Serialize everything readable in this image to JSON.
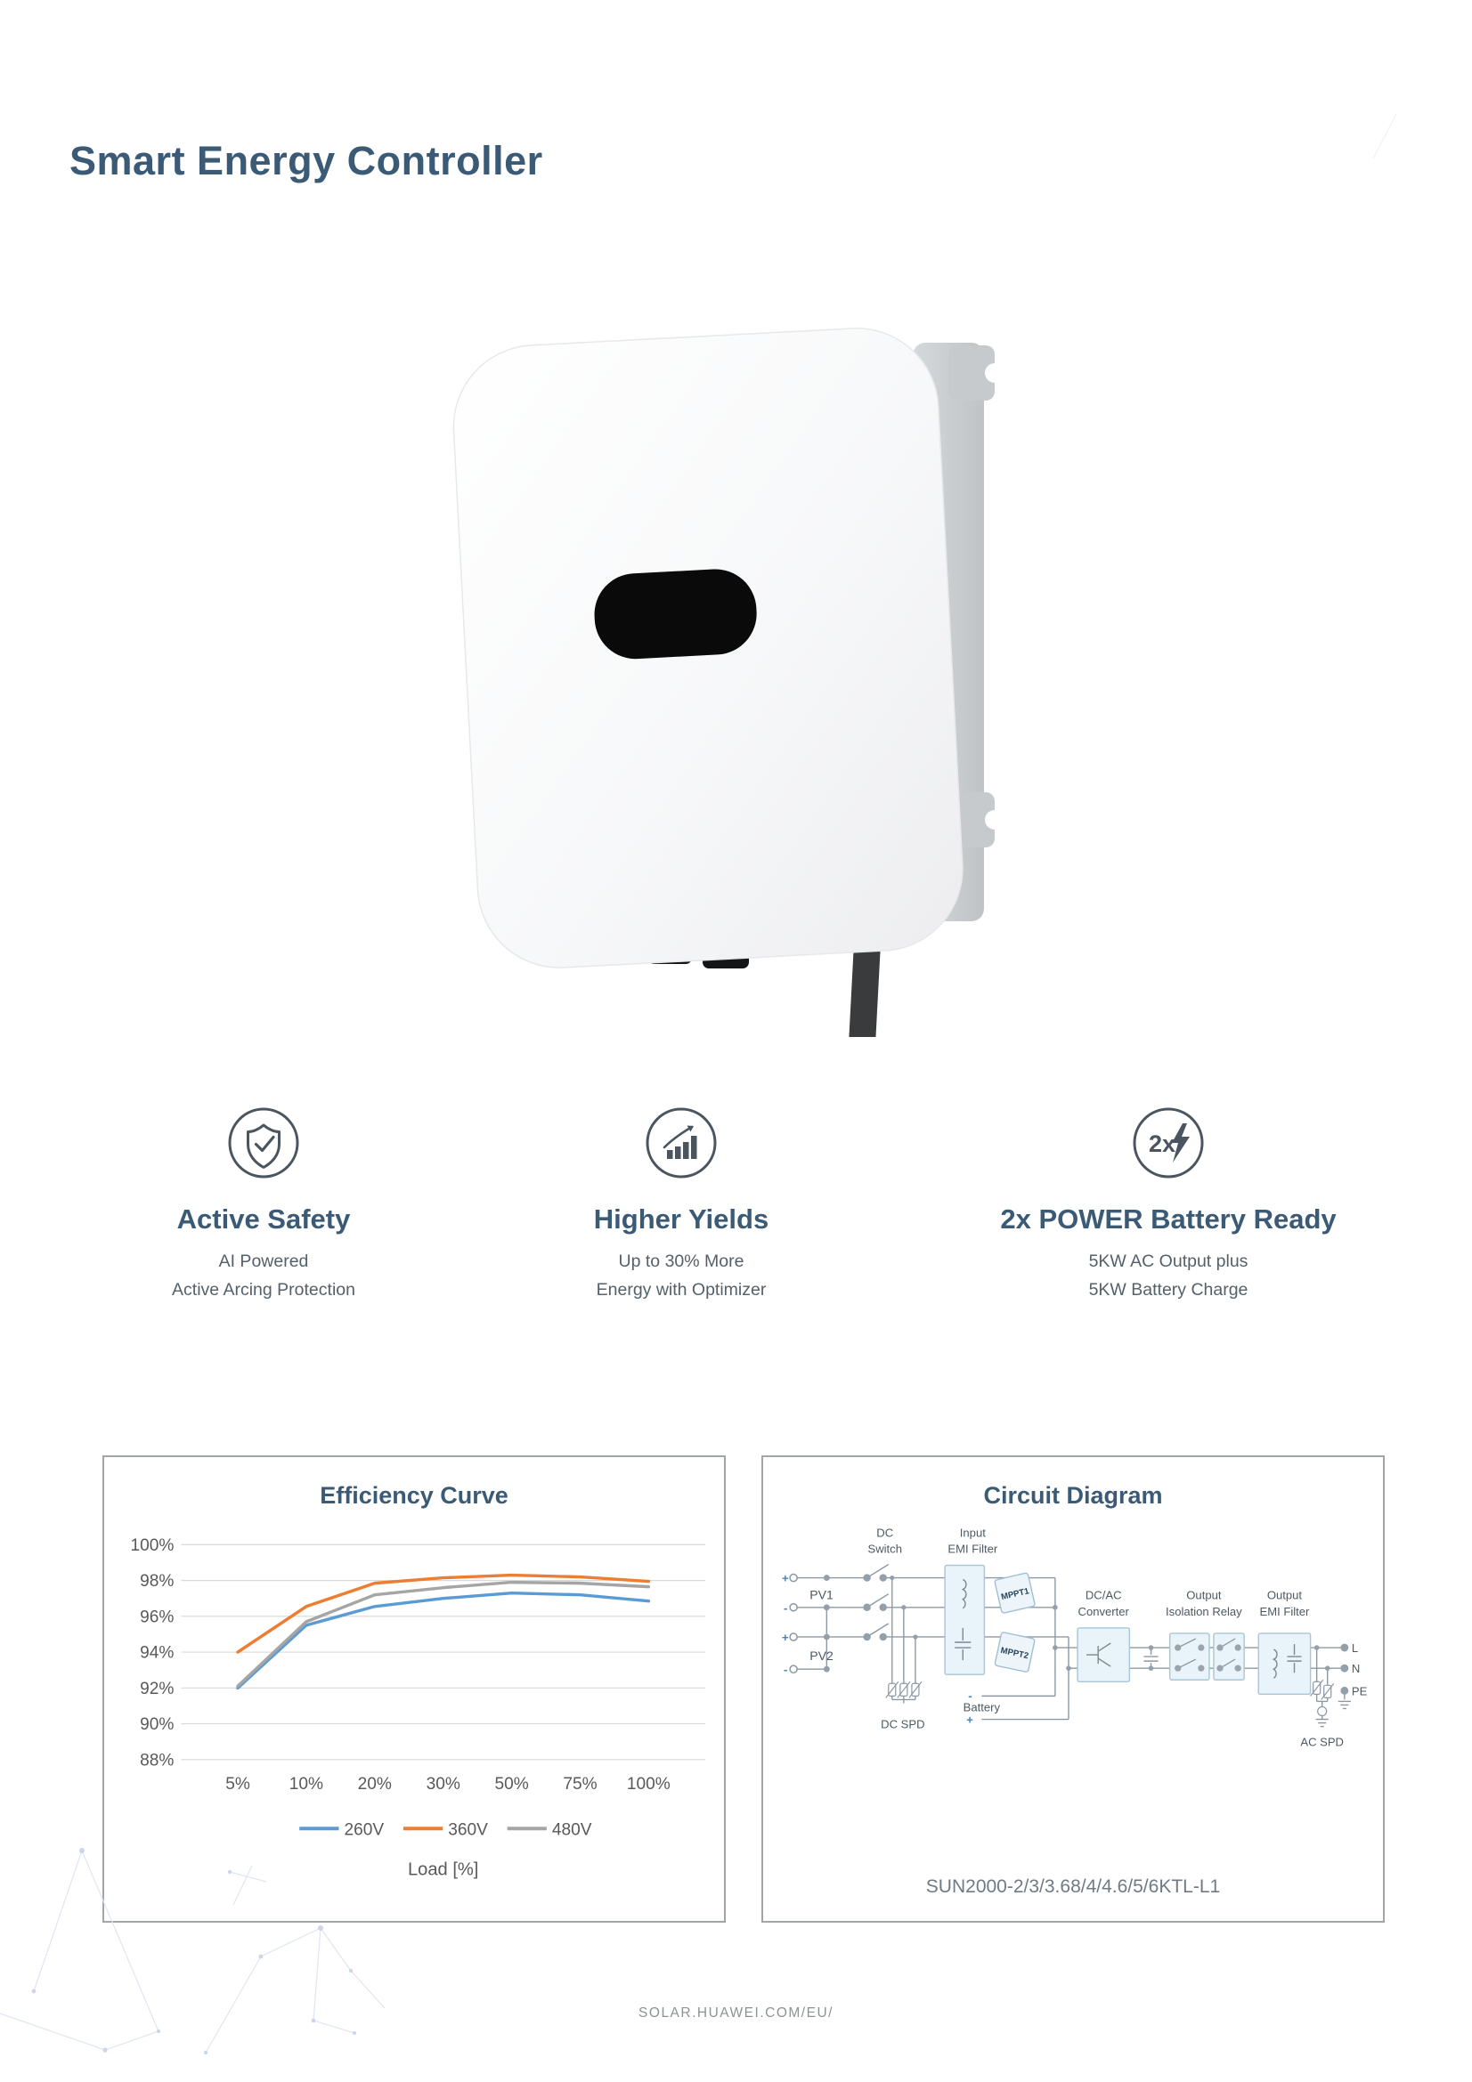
{
  "page": {
    "title": "Smart Energy Controller",
    "footer": "SOLAR.HUAWEI.COM/EU/"
  },
  "colors": {
    "heading": "#3b5a75",
    "body_text": "#54606a",
    "icon_stroke": "#4a555f",
    "axis_text": "#595959",
    "gridline": "#d9d9d9",
    "wire": "#8d98a3",
    "component_fill": "#e9f3fa",
    "component_border": "#a7c6d7",
    "polarity_blue": "#3f85c5"
  },
  "features": [
    {
      "icon": "shield-check-icon",
      "heading": "Active Safety",
      "line1": "AI Powered",
      "line2": "Active Arcing Protection"
    },
    {
      "icon": "growth-bars-icon",
      "heading": "Higher Yields",
      "line1": "Up to 30% More",
      "line2": "Energy with Optimizer"
    },
    {
      "icon": "2x-power-bolt-icon",
      "icon_text": "2x",
      "heading": "2x POWER Battery Ready",
      "line1": "5KW AC Output plus",
      "line2": "5KW Battery Charge"
    }
  ],
  "chart_data": {
    "type": "line",
    "title": "Efficiency Curve",
    "xlabel": "Load [%]",
    "ylabel": "",
    "categories": [
      "5%",
      "10%",
      "20%",
      "30%",
      "50%",
      "75%",
      "100%"
    ],
    "y_ticks": [
      "100%",
      "98%",
      "96%",
      "94%",
      "92%",
      "90%",
      "88%"
    ],
    "ylim": [
      88,
      100
    ],
    "grid": true,
    "legend_position": "bottom",
    "series": [
      {
        "name": "260V",
        "color": "#5B9BD5",
        "values": [
          92.0,
          95.5,
          96.55,
          97.0,
          97.3,
          97.2,
          96.85
        ]
      },
      {
        "name": "360V",
        "color": "#ED7D31",
        "values": [
          94.0,
          96.55,
          97.85,
          98.15,
          98.3,
          98.2,
          97.95
        ]
      },
      {
        "name": "480V",
        "color": "#A5A5A5",
        "values": [
          92.1,
          95.7,
          97.2,
          97.6,
          97.9,
          97.85,
          97.65
        ]
      }
    ]
  },
  "circuit": {
    "title": "Circuit Diagram",
    "model": "SUN2000-2/3/3.68/4/4.6/5/6KTL-L1",
    "labels": {
      "dc_switch_line1": "DC",
      "dc_switch_line2": "Switch",
      "input_emi_line1": "Input",
      "input_emi_line2": "EMI Filter",
      "pv1": "PV1",
      "pv2": "PV2",
      "pv1_plus": "+",
      "pv1_minus": "-",
      "pv2_plus": "+",
      "pv2_minus": "-",
      "mppt1": "MPPT1",
      "mppt2": "MPPT2",
      "dc_spd": "DC SPD",
      "battery": "Battery",
      "battery_minus": "-",
      "battery_plus": "+",
      "dcac_line1": "DC/AC",
      "dcac_line2": "Converter",
      "relay_line1": "Output",
      "relay_line2": "Isolation Relay",
      "output_emi_line1": "Output",
      "output_emi_line2": "EMI Filter",
      "l": "L",
      "n": "N",
      "pe": "PE",
      "ac_spd": "AC SPD"
    }
  }
}
